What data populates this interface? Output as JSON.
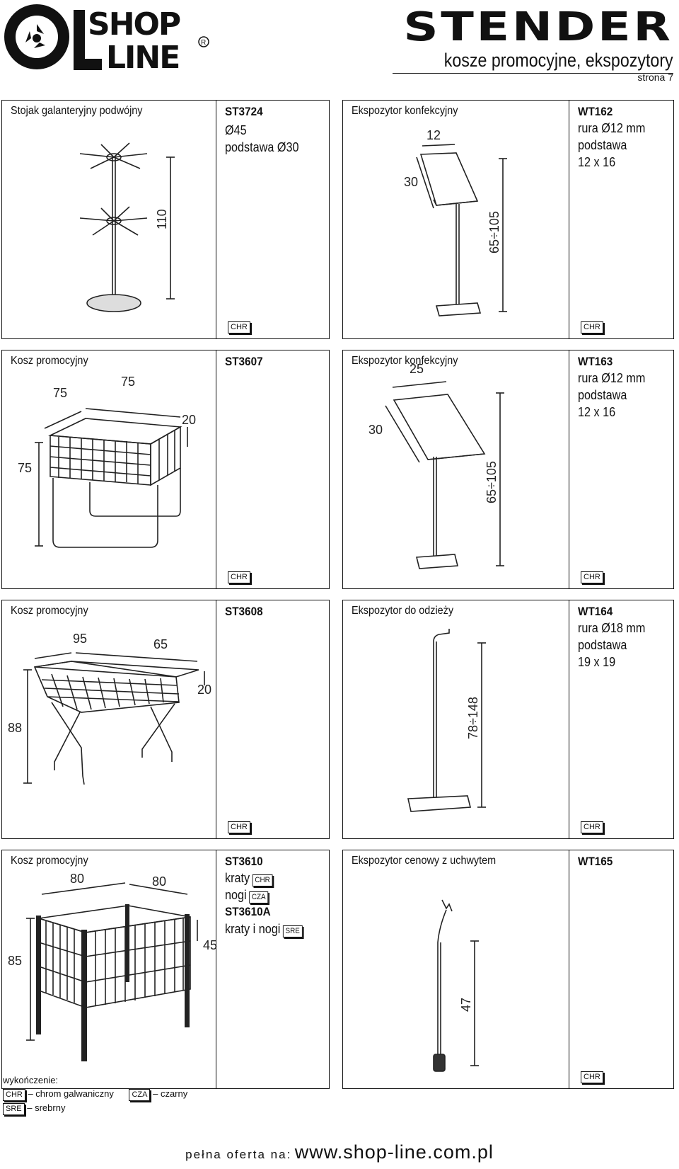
{
  "header": {
    "logo_word_top": "SHOP",
    "logo_word_bottom": "LINE",
    "brand": "STENDER",
    "subtitle": "kosze promocyjne, ekspozytory",
    "page": "strona 7"
  },
  "products": [
    {
      "title": "Stojak galanteryjny podwójny",
      "code": "ST3724",
      "specs": [
        "Ø45",
        "podstawa Ø30"
      ],
      "finish": "CHR",
      "dims": [
        "110"
      ]
    },
    {
      "title": "Ekspozytor konfekcyjny",
      "code": "WT162",
      "specs": [
        "rura Ø12 mm",
        "podstawa",
        "12 x 16"
      ],
      "finish": "CHR",
      "dims": [
        "12",
        "30",
        "65÷105"
      ]
    },
    {
      "title": "Kosz promocyjny",
      "code": "ST3607",
      "specs": [],
      "finish": "CHR",
      "dims": [
        "75",
        "75",
        "20",
        "75"
      ]
    },
    {
      "title": "Ekspozytor konfekcyjny",
      "code": "WT163",
      "specs": [
        "rura Ø12 mm",
        "podstawa",
        "12 x 16"
      ],
      "finish": "CHR",
      "dims": [
        "25",
        "30",
        "65÷105"
      ]
    },
    {
      "title": "Kosz promocyjny",
      "code": "ST3608",
      "specs": [],
      "finish": "CHR",
      "dims": [
        "95",
        "65",
        "20",
        "88"
      ]
    },
    {
      "title": "Ekspozytor do odzieży",
      "code": "WT164",
      "specs": [
        "rura Ø18 mm",
        "podstawa",
        "19 x 19"
      ],
      "finish": "CHR",
      "dims": [
        "78÷148"
      ]
    },
    {
      "title": "Kosz promocyjny",
      "code": "ST3610",
      "specs": [
        {
          "text": "kraty",
          "badge": "CHR"
        },
        {
          "text": "nogi",
          "badge": "CZA"
        },
        {
          "text": "ST3610A",
          "bold": true
        },
        {
          "text": "kraty i nogi",
          "badge": "SRE"
        }
      ],
      "finish": "",
      "dims": [
        "80",
        "80",
        "45",
        "85"
      ]
    },
    {
      "title": "Ekspozytor cenowy z uchwytem",
      "code": "WT165",
      "specs": [],
      "finish": "CHR",
      "dims": [
        "47"
      ]
    }
  ],
  "legend": {
    "title": "wykończenie:",
    "items": [
      {
        "code": "CHR",
        "label": "– chrom galwaniczny"
      },
      {
        "code": "CZA",
        "label": "– czarny"
      },
      {
        "code": "SRE",
        "label": "– srebrny"
      }
    ]
  },
  "footer": {
    "prefix": "pełna oferta na:",
    "url": "www.shop-line.com.pl"
  }
}
